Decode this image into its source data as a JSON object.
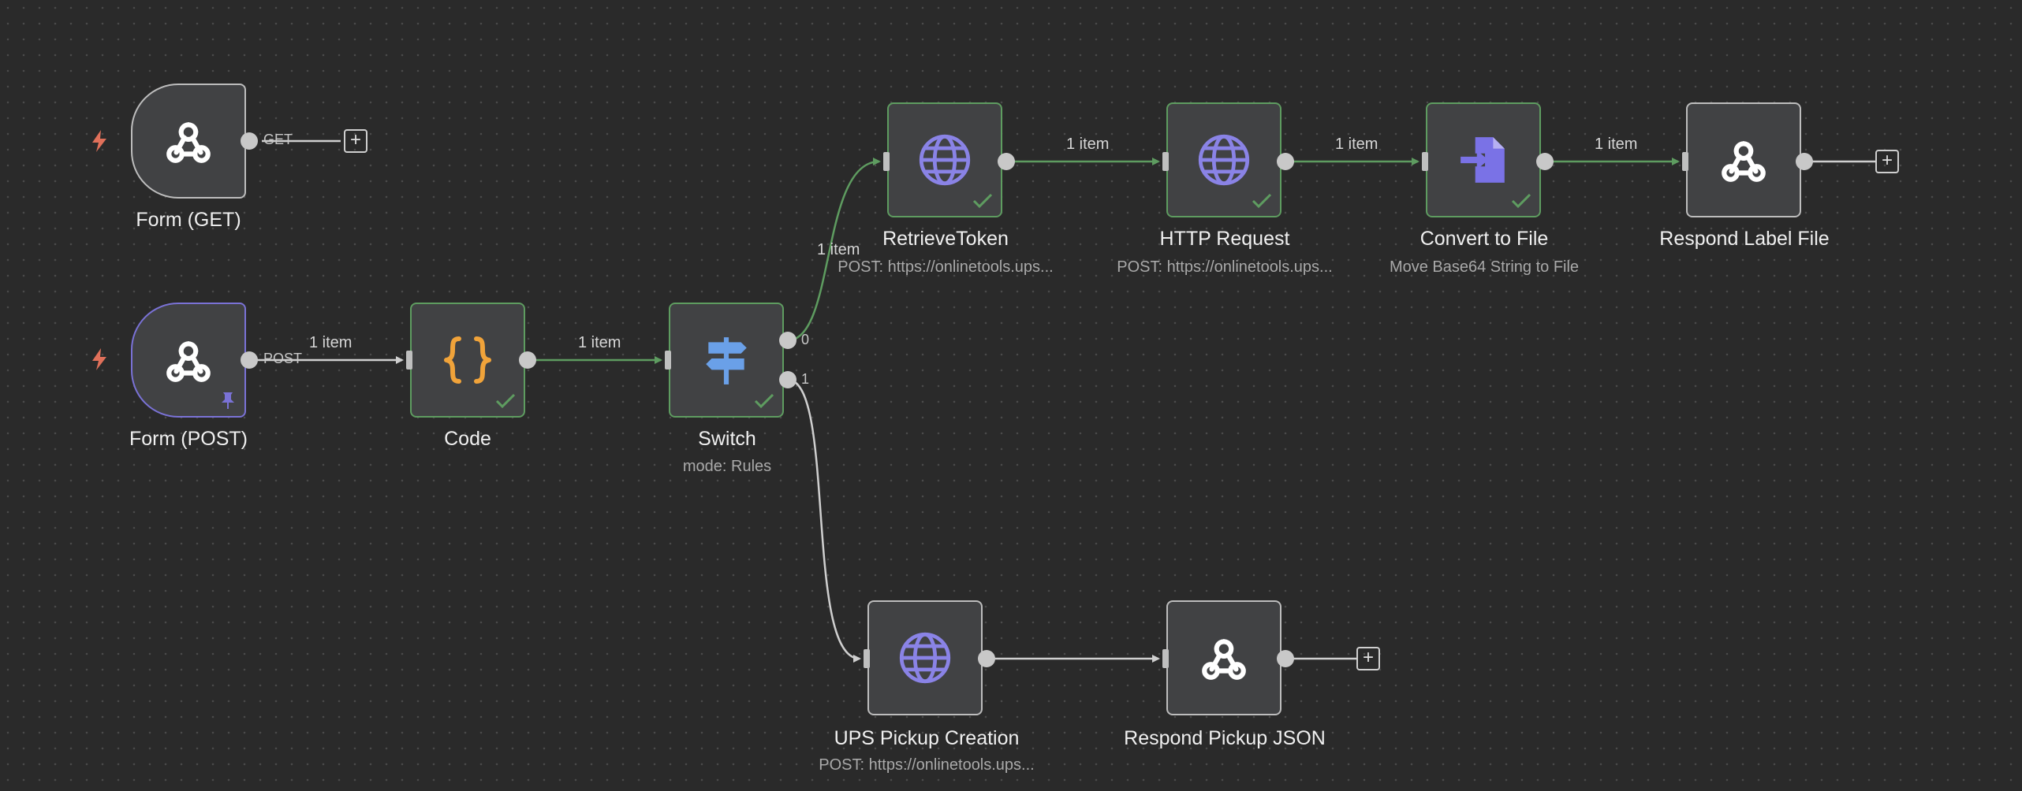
{
  "nodes": {
    "form_get": {
      "title": "Form (GET)",
      "icon": "webhook-icon"
    },
    "form_post": {
      "title": "Form (POST)",
      "icon": "webhook-icon",
      "pinned": true
    },
    "code": {
      "title": "Code",
      "icon": "code-braces-icon"
    },
    "switch": {
      "title": "Switch",
      "subtitle": "mode: Rules",
      "icon": "signpost-icon",
      "outputs": [
        "0",
        "1"
      ]
    },
    "retrieve_token": {
      "title": "RetrieveToken",
      "subtitle": "POST: https://onlinetools.ups...",
      "icon": "globe-icon"
    },
    "http_request": {
      "title": "HTTP Request",
      "subtitle": "POST: https://onlinetools.ups...",
      "icon": "globe-icon"
    },
    "convert_to_file": {
      "title": "Convert to File",
      "subtitle": "Move Base64 String to File",
      "icon": "file-convert-icon"
    },
    "respond_label_file": {
      "title": "Respond Label File",
      "icon": "webhook-icon"
    },
    "ups_pickup_creation": {
      "title": "UPS Pickup Creation",
      "subtitle": "POST: https://onlinetools.ups...",
      "icon": "globe-icon"
    },
    "respond_pickup_json": {
      "title": "Respond Pickup JSON",
      "icon": "webhook-icon"
    }
  },
  "output_labels": {
    "get": "GET",
    "post": "POST"
  },
  "edge_labels": {
    "post_to_code": "1 item",
    "code_to_switch": "1 item",
    "switch_to_token": "1 item",
    "token_to_http": "1 item",
    "http_to_convert": "1 item",
    "convert_to_respond": "1 item"
  },
  "colors": {
    "canvas": "#2a2a2a",
    "node_fill": "#414244",
    "success_border": "#5e9c60",
    "pinned_border": "#7a72d6",
    "globe": "#8a83e6",
    "code": "#f0a33a",
    "switch": "#6aa0e8",
    "trigger_bolt": "#e0705a"
  }
}
